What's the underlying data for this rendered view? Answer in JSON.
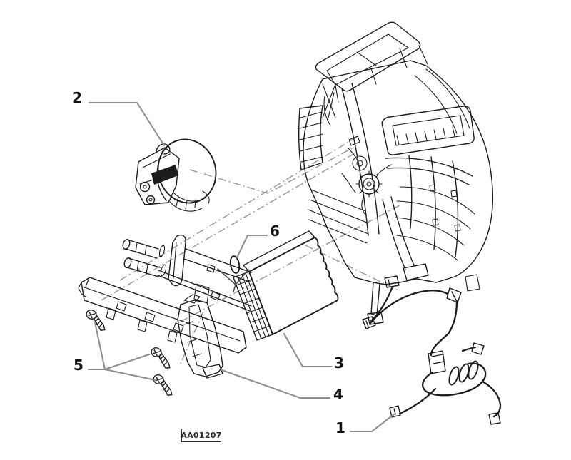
{
  "diagram": {
    "code_label": "AA01207",
    "callouts": {
      "c1": "1",
      "c2": "2",
      "c3": "3",
      "c4": "4",
      "c5": "5",
      "c6": "6"
    },
    "colors": {
      "background": "#ffffff",
      "line": "#1c1c1c",
      "leader": "#8f8f8f",
      "axis": "#9b9b9b",
      "label": "#111111"
    }
  }
}
